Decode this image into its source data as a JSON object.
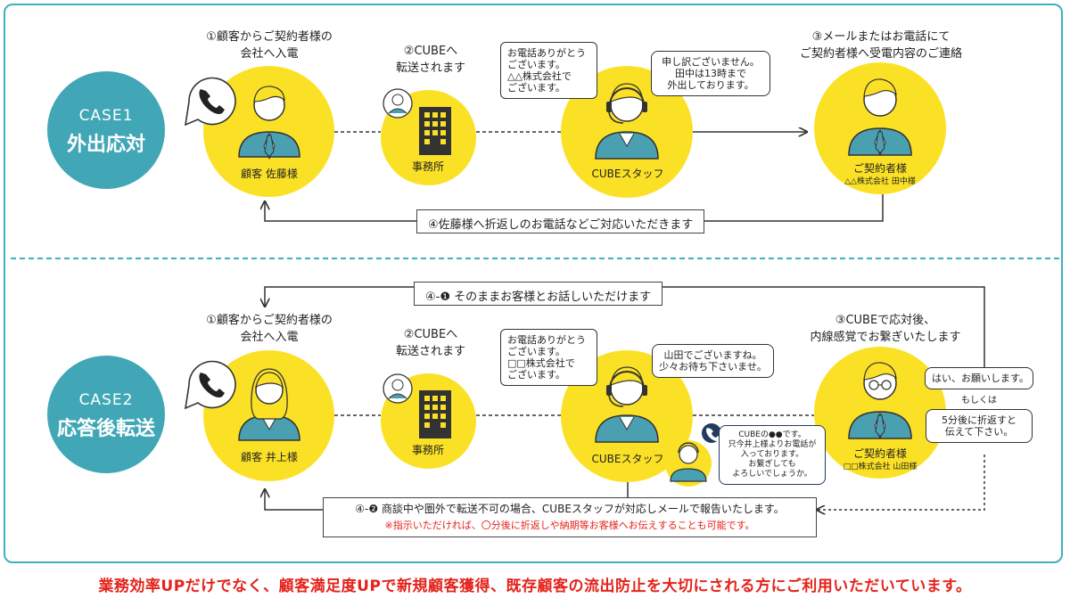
{
  "colors": {
    "teal": "#41a7b6",
    "yellow": "#fbe126",
    "red": "#e4221a",
    "navy": "#243b5e"
  },
  "case1": {
    "badge_en": "CASE1",
    "badge_jp": "外出応対",
    "step1": [
      "①顧客からご契約者様の",
      "会社へ入電"
    ],
    "step2": [
      "②CUBEへ",
      "転送されます"
    ],
    "step3": [
      "③メールまたはお電話にて",
      "ご契約者様へ受電内容のご連絡"
    ],
    "customer_label": "顧客 佐藤様",
    "office_label": "事務所",
    "staff_label": "CUBEスタッフ",
    "contractor_label": "ご契約者様",
    "contractor_sub": "△△株式会社 田中様",
    "bubble_staff": [
      "お電話ありがとう",
      "ございます。",
      "△△株式会社で",
      "ございます。"
    ],
    "bubble_staff2": [
      "申し訳ございません。",
      "田中は13時まで",
      "外出しております。"
    ],
    "step4": "④佐藤様へ折返しのお電話などご対応いただきます"
  },
  "case2": {
    "badge_en": "CASE2",
    "badge_jp": "応答後転送",
    "step1": [
      "①顧客からご契約者様の",
      "会社へ入電"
    ],
    "step2": [
      "②CUBEへ",
      "転送されます"
    ],
    "step3": [
      "③CUBEで応対後、",
      "内線感覚でお繋ぎいたします"
    ],
    "customer_label": "顧客 井上様",
    "office_label": "事務所",
    "staff_label": "CUBEスタッフ",
    "contractor_label": "ご契約者様",
    "contractor_sub": "□□株式会社 山田様",
    "bubble_staff": [
      "お電話ありがとう",
      "ございます。",
      "□□株式会社で",
      "ございます。"
    ],
    "bubble_staff2": [
      "山田でございますね。",
      "少々お待ち下さいませ。"
    ],
    "bubble_small_staff": [
      "CUBEの●●です。",
      "只今井上様よりお電話が",
      "入っております。",
      "お繋ぎしても",
      "よろしいでしょうか。"
    ],
    "reply_yes": "はい、お願いします。",
    "or_text": "もしくは",
    "reply_callback": [
      "5分後に折返すと",
      "伝えて下さい。"
    ],
    "step4_1": "④-❶ そのままお客様とお話しいただけます",
    "step4_2": "④-❷ 商談中や圏外で転送不可の場合、CUBEスタッフが対応しメールで報告いたします。",
    "step4_2_note": "※指示いただければ、〇分後に折返しや納期等お客様へお伝えすることも可能です。"
  },
  "footer": "業務効率UPだけでなく、顧客満足度UPで新規顧客獲得、既存顧客の流出防止を大切にされる方にご利用いただいています。"
}
